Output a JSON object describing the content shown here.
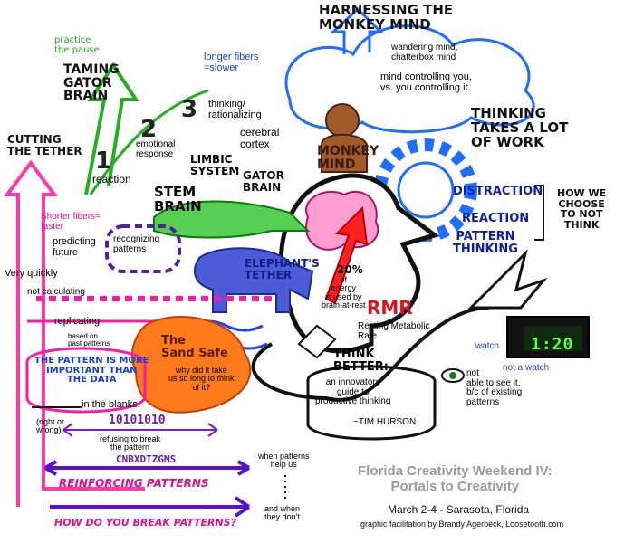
{
  "header": {
    "harnessing": "HARNESSING THE\nMONKEY MIND",
    "thinking_work": "THINKING\nTAKES A LOT\nOF WORK"
  },
  "left": {
    "practice": "practice\nthe pause",
    "taming": "TAMING\nGATOR\nBRAIN",
    "cutting": "CUTTING\nTHE TETHER",
    "step1": "1",
    "reaction": "reaction",
    "step2": "2",
    "emotional": "emotional\nresponse",
    "step3": "3",
    "thinking_rational": "thinking/\nrationalizing",
    "longer_fibers": "longer fibers\n=slower",
    "cerebral": "cerebral\ncortex",
    "limbic": "LIMBIC\nSYSTEM",
    "stem": "STEM\nBRAIN",
    "gator_brain": "GATOR\nBRAIN",
    "shorter_fibers": "Shorter fibers=\nfaster"
  },
  "monkey": {
    "wandering": "wandering mind,\nchatterbox mind",
    "controlling": "mind controlling you,\nvs. you controlling it.",
    "monkey_mind": "MONKEY\nMIND"
  },
  "right": {
    "distraction": "DISTRACTION",
    "reaction": "REACTION",
    "pattern": "PATTERN\nTHINKING",
    "how_we": "HOW WE\nCHOOSE\nTO NOT\nTHINK",
    "watch": "watch",
    "not_watch": "not a watch",
    "clock": "1:20",
    "not_able": "not\nable to see it,\nb/c of existing\npatterns"
  },
  "middle": {
    "predicting": "predicting\nfuture",
    "very_quickly": "Very quickly",
    "recognizing": "recognizing\npatterns",
    "elephants": "ELEPHANT'S\nTETHER",
    "not_calculating": "not calculating",
    "replicating": "replicating",
    "based_on": "based on\npast patterns",
    "pattern_more": "THE PATTERN IS MORE\nIMPORTANT THAN\nTHE DATA",
    "sand_safe": "The\nSand Safe",
    "why_did": "why did it take\nus so long to think\nof it?",
    "percent": "20%",
    "energy": "of\nenergy\nis used by\nbrain-at-rest",
    "rmr": "RMR",
    "rmr_def": "Resting Metabolic\nRate",
    "think_better": "THINK\nBETTER:",
    "book": "an innovators\nguide to\nproductive thinking",
    "author": "~TIM HURSON"
  },
  "bottom": {
    "blanks": "in the blanks.",
    "right_wrong": "(right or\nwrong)",
    "binary": "10101010",
    "refusing": "refusing to break\nthe pattern",
    "letters": "CNBXDTZGMS",
    "reinforcing": "REINFORCING PATTERNS",
    "how_break": "HOW DO YOU BREAK PATTERNS?",
    "when_help": "when patterns\nhelp us",
    "when_dont": "and when\nthey don't"
  },
  "credits": {
    "title": "Florida Creativity Weekend IV:\nPortals to Creativity",
    "dates": "March 2-4 - Sarasota, Florida",
    "facilitation": "graphic facilitation by Brandy Agerbeck, Loosetooth.com"
  },
  "colors": {
    "red": "#e0101c",
    "blue": "#1a3fd6",
    "green": "#1faa1f",
    "pink": "#e0108c",
    "purple": "#6a1bb0",
    "orange": "#ff7a1a",
    "brown": "#7a3a1a"
  }
}
